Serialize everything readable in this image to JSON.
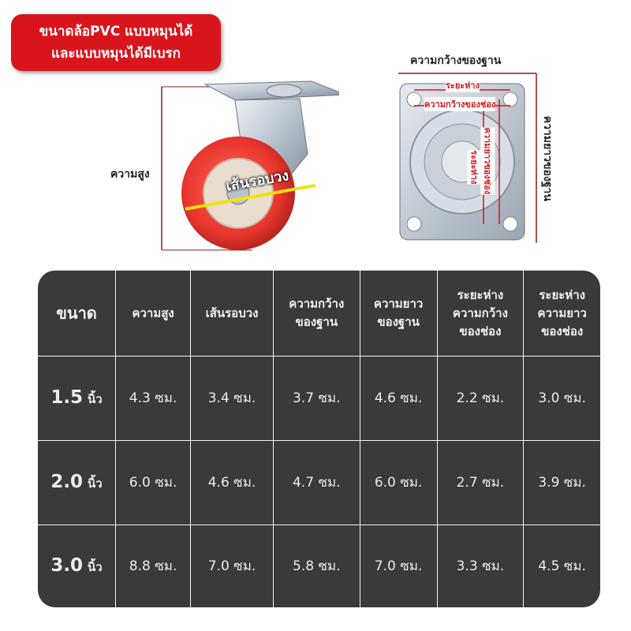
{
  "badge": {
    "line1": "ขนาดล้อPVC แบบหมุนได้",
    "line2": "และแบบหมุนได้มีเบรก"
  },
  "wheel_diagram": {
    "height_label": "ความสูง",
    "diameter_label": "เส้นรอบวง"
  },
  "plate_diagram": {
    "width_label": "ความกว้างของฐาน",
    "length_label": "ความยาวของฐาน",
    "hole_distance_label": "ระยะห่าง",
    "hole_width_label": "ความกว้างของช่อง",
    "hole_distance_label_v": "ระยะห่าง",
    "hole_length_label": "ความยาวของช่อง"
  },
  "table": {
    "headers": [
      [
        "ขนาด"
      ],
      [
        "ความสูง"
      ],
      [
        "เส้นรอบวง"
      ],
      [
        "ความกว้าง",
        "ของฐาน"
      ],
      [
        "ความยาว",
        "ของฐาน"
      ],
      [
        "ระยะห่าง",
        "ความกว้าง",
        "ของช่อง"
      ],
      [
        "ระยะห่าง",
        "ความยาว",
        "ของช่อง"
      ]
    ],
    "rows": [
      {
        "size": "1.5",
        "unit": "นิ้ว",
        "values": [
          "4.3 ซม.",
          "3.4 ซม.",
          "3.7 ซม.",
          "4.6 ซม.",
          "2.2 ซม.",
          "3.0 ซม."
        ]
      },
      {
        "size": "2.0",
        "unit": "นิ้ว",
        "values": [
          "6.0 ซม.",
          "4.6 ซม.",
          "4.7 ซม.",
          "6.0 ซม.",
          "2.7 ซม.",
          "3.9 ซม."
        ]
      },
      {
        "size": "3.0",
        "unit": "นิ้ว",
        "values": [
          "8.8 ซม.",
          "7.0 ซม.",
          "5.8 ซม.",
          "7.0 ซม.",
          "3.3 ซม.",
          "4.5 ซม."
        ]
      }
    ]
  },
  "colors": {
    "badge_red": "#d8151d",
    "table_bg": "#3a3a3a",
    "wheel_red": "#e8352e",
    "dimension_line": "#8a1a1a",
    "diameter_line": "#f3e20c"
  }
}
